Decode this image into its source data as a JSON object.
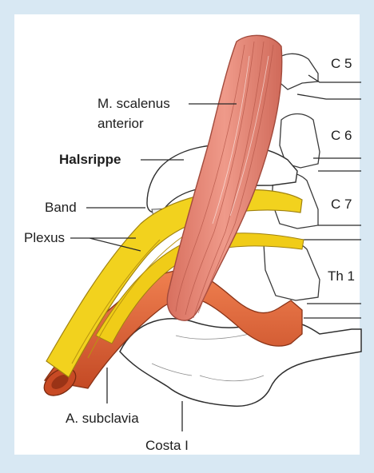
{
  "figure": {
    "labels": {
      "scalenus_line1": "M. scalenus",
      "scalenus_line2": "anterior",
      "halsrippe": "Halsrippe",
      "band": "Band",
      "plexus": "Plexus",
      "subclavia": "A. subclavia",
      "costa": "Costa I",
      "c5": "C 5",
      "c6": "C 6",
      "c7": "C 7",
      "th1": "Th 1"
    },
    "colors": {
      "background": "#d8e8f3",
      "panel": "#ffffff",
      "muscle": "#e48a7a",
      "muscle_stroke": "#b85a4c",
      "artery": "#e2653a",
      "artery_dark": "#a8401f",
      "nerve": "#f2d21e",
      "nerve_dark": "#b89410",
      "bone": "#ffffff",
      "bone_shade": "#e3e6ea"
    }
  }
}
